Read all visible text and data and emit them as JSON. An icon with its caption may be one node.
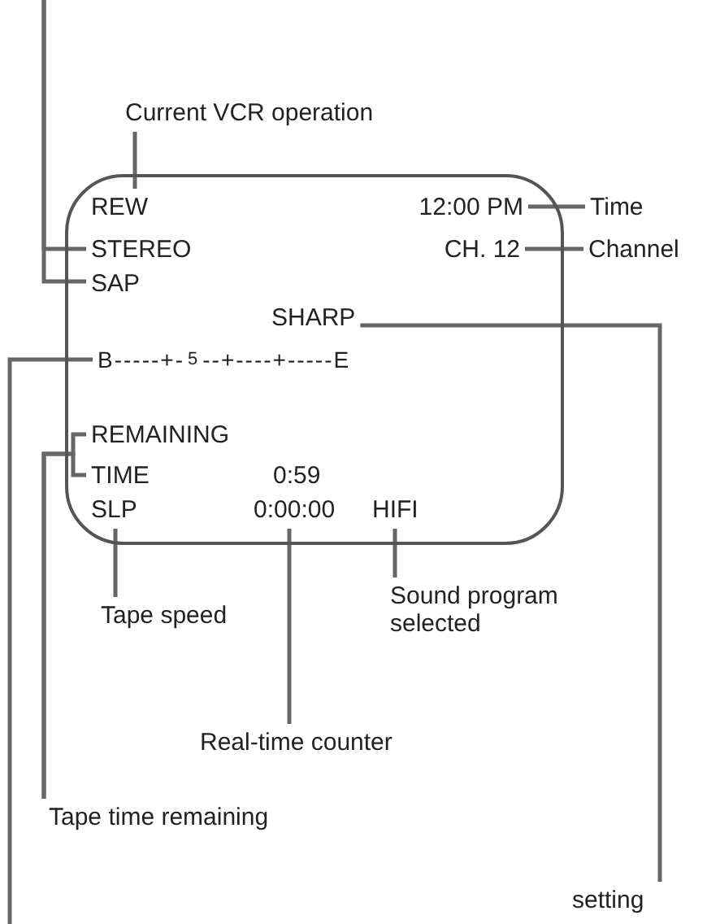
{
  "diagram": {
    "nodes": [
      {
        "text": [],
        "shape": "box"
      },
      {
        "text": [
          "Current VCR operation"
        ]
      },
      {
        "text": [
          "REW"
        ],
        "in": 0
      },
      {
        "text": [
          "12:00 PM"
        ],
        "in": 0
      },
      {
        "text": [
          "Time"
        ]
      },
      {
        "text": [
          "STEREO"
        ],
        "in": 0
      },
      {
        "text": [
          "CH. 12"
        ],
        "in": 0
      },
      {
        "text": [
          "Channel"
        ]
      },
      {
        "text": [
          "SAP"
        ],
        "in": 0
      },
      {
        "text": [
          "SHARP"
        ],
        "in": 0
      },
      {
        "text": [
          "B-----+-",
          "5",
          "--+----+-----E"
        ],
        "in": 0
      },
      {
        "text": [
          "REMAINING"
        ],
        "in": 0
      },
      {
        "text": [
          "TIME"
        ],
        "in": 0
      },
      {
        "text": [
          "0:59"
        ],
        "in": 0
      },
      {
        "text": [
          "SLP"
        ],
        "in": 0
      },
      {
        "text": [
          "0:00:00"
        ],
        "in": 0
      },
      {
        "text": [
          "HIFI"
        ],
        "in": 0
      },
      {
        "text": [
          "Tape speed"
        ]
      },
      {
        "text": [
          "Sound program selected"
        ]
      },
      {
        "text": [
          "Real-time counter"
        ]
      },
      {
        "text": [
          "Tape time remaining"
        ]
      },
      {
        "text": [
          "setting"
        ]
      }
    ],
    "edges": [
      {
        "from": 1,
        "to": 2,
        "arrow": "none"
      },
      {
        "from": 4,
        "to": 3,
        "arrow": "none"
      },
      {
        "from": 7,
        "to": 6,
        "arrow": "none"
      },
      {
        "from": null,
        "to": 5,
        "arrow": "none"
      },
      {
        "from": null,
        "to": 8,
        "arrow": "none"
      },
      {
        "from": 21,
        "to": 9,
        "arrow": "none"
      },
      {
        "from": null,
        "to": 10,
        "arrow": "none"
      },
      {
        "from": 20,
        "to": 11,
        "arrow": "none"
      },
      {
        "from": 20,
        "to": 12,
        "arrow": "none"
      },
      {
        "from": 17,
        "to": 14,
        "arrow": "none"
      },
      {
        "from": 19,
        "to": 15,
        "arrow": "none"
      },
      {
        "from": 18,
        "to": 16,
        "arrow": "none"
      }
    ]
  }
}
